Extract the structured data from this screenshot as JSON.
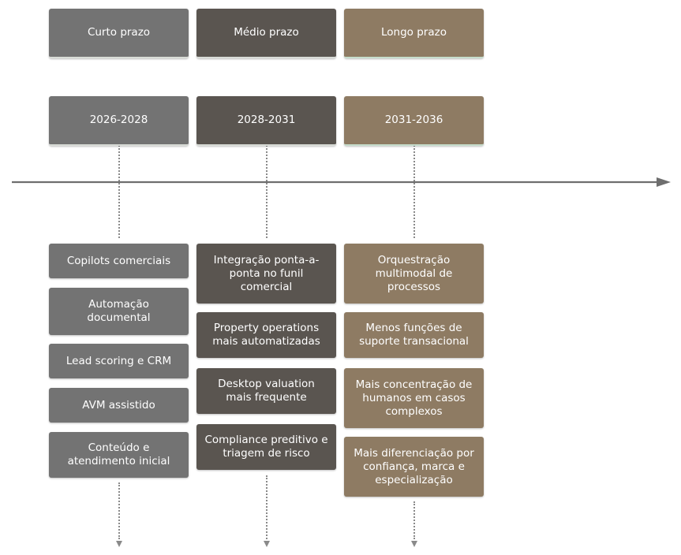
{
  "phases": [
    {
      "label": "Curto prazo",
      "years": "2026-2028",
      "items": [
        "Copilots comerciais",
        "Automação documental",
        "Lead scoring e CRM",
        "AVM assistido",
        "Conteúdo e atendimento inicial"
      ]
    },
    {
      "label": "Médio prazo",
      "years": "2028-2031",
      "items": [
        "Integração ponta-a-ponta no funil comercial",
        "Property operations mais automatizadas",
        "Desktop valuation mais frequente",
        "Compliance preditivo e triagem de risco"
      ]
    },
    {
      "label": "Longo prazo",
      "years": "2031-2036",
      "items": [
        "Orquestração multimodal de processos",
        "Menos funções de suporte transacional",
        "Mais concentração de humanos em casos complexos",
        "Mais diferenciação por confiança, marca e especialização"
      ]
    }
  ],
  "colors": {
    "short": "#737373",
    "medium": "#5a5550",
    "long": "#8e7b63",
    "axis": "#6e6e6e"
  }
}
